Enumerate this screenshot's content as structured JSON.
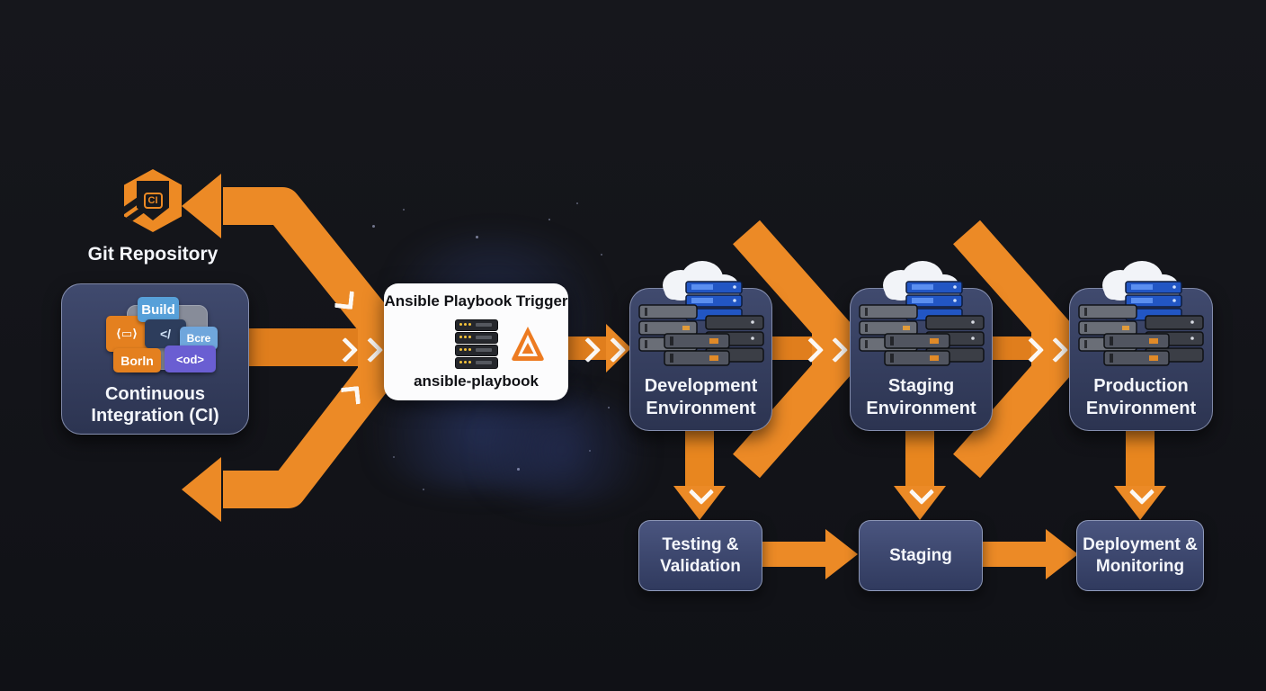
{
  "colors": {
    "arrow": "#EC8A26",
    "arrow_dark": "#E07E1D",
    "node_navy": "#39425f",
    "card_white": "#FCFCFD",
    "accent_ansible": "#ED7B21"
  },
  "git": {
    "label": "Git Repository",
    "badge": "CI"
  },
  "ci": {
    "label": "Continuous\nIntegration (CI)",
    "tiles": {
      "build": "Build",
      "code": "</",
      "bcre": "Bcre",
      "borin": "Borln",
      "od": "<od>",
      "bracket": "⟨▭⟩"
    }
  },
  "ansible": {
    "title": "Ansible Playbook Trigger",
    "command": "ansible-playbook"
  },
  "environments": [
    {
      "label": "Development\nEnvironment"
    },
    {
      "label": "Staging\nEnvironment"
    },
    {
      "label": "Production\nEnvironment"
    }
  ],
  "stages": [
    {
      "label": "Testing &\nValidation"
    },
    {
      "label": "Staging"
    },
    {
      "label": "Deployment &\nMonitoring"
    }
  ]
}
